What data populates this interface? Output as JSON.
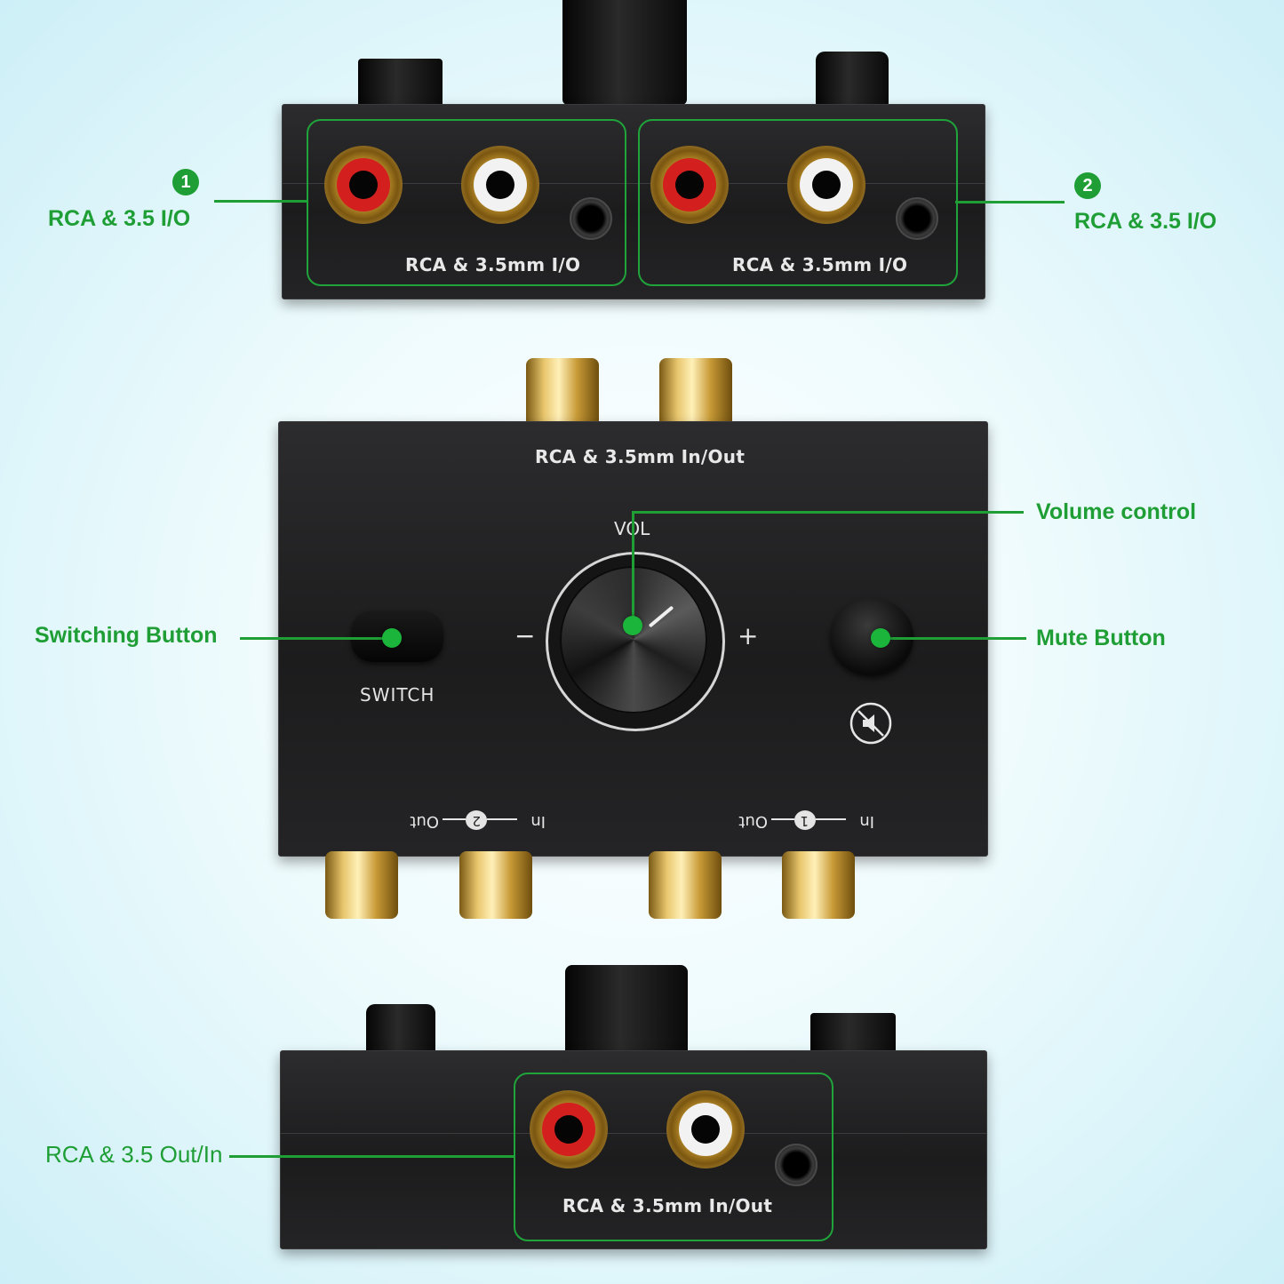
{
  "callouts": {
    "top_badge_1": "1",
    "top_label_1": "RCA & 3.5 I/O",
    "top_badge_2": "2",
    "top_label_2": "RCA & 3.5 I/O",
    "volume": "Volume control",
    "switching": "Switching Button",
    "mute": "Mute Button",
    "bottom": "RCA & 3.5 Out/In"
  },
  "device_top": {
    "port_group_1": "RCA & 3.5mm I/O",
    "port_group_2": "RCA & 3.5mm I/O"
  },
  "device_front": {
    "top_label": "RCA & 3.5mm In/Out",
    "vol_label": "VOL",
    "minus": "−",
    "plus": "+",
    "switch_label": "SWITCH",
    "mute_icon": "speaker-mute-icon",
    "port2_out": "Out",
    "port2_num": "2",
    "port2_in": "In",
    "port1_out": "Out",
    "port1_num": "1",
    "port1_in": "In"
  },
  "device_bottom": {
    "port_group": "RCA & 3.5mm In/Out"
  },
  "colors": {
    "accent_green": "#1e9e35",
    "panel_black": "#1c1c1d",
    "gold": "#d8b05a",
    "rca_red": "#d41f1f",
    "rca_white": "#f2f2f2"
  }
}
